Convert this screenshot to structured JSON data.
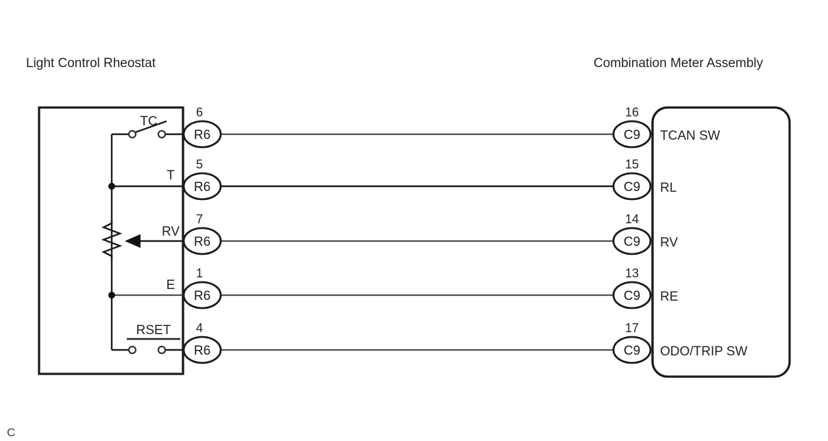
{
  "page": {
    "left_header": "Light Control Rheostat",
    "right_header": "Combination Meter Assembly",
    "corner_mark": "C"
  },
  "left_unit": {
    "name": "Light Control Rheostat",
    "internal_labels": {
      "tc": "TC",
      "t": "T",
      "rv": "RV",
      "e": "E",
      "rset": "RSET"
    },
    "components": [
      {
        "name": "tc-switch",
        "type": "switch",
        "state": "open"
      },
      {
        "name": "rheostat",
        "type": "potentiometer"
      },
      {
        "name": "rset-switch",
        "type": "switch",
        "state": "closed"
      }
    ]
  },
  "right_unit": {
    "name": "Combination Meter Assembly"
  },
  "connectors": {
    "left_code": "R6",
    "right_code": "C9"
  },
  "rows": [
    {
      "left_pin": "6",
      "left_code": "R6",
      "left_label": "TC",
      "right_pin": "16",
      "right_code": "C9",
      "right_label": "TCAN SW"
    },
    {
      "left_pin": "5",
      "left_code": "R6",
      "left_label": "T",
      "right_pin": "15",
      "right_code": "C9",
      "right_label": "RL"
    },
    {
      "left_pin": "7",
      "left_code": "R6",
      "left_label": "RV",
      "right_pin": "14",
      "right_code": "C9",
      "right_label": "RV"
    },
    {
      "left_pin": "1",
      "left_code": "R6",
      "left_label": "E",
      "right_pin": "13",
      "right_code": "C9",
      "right_label": "RE"
    },
    {
      "left_pin": "4",
      "left_code": "R6",
      "left_label": "RSET",
      "right_pin": "17",
      "right_code": "C9",
      "right_label": "ODO/TRIP SW"
    }
  ],
  "colors": {
    "line": "#1a1a1a",
    "wire": "#4d4d4d",
    "text": "#231f20",
    "background": "#ffffff"
  }
}
